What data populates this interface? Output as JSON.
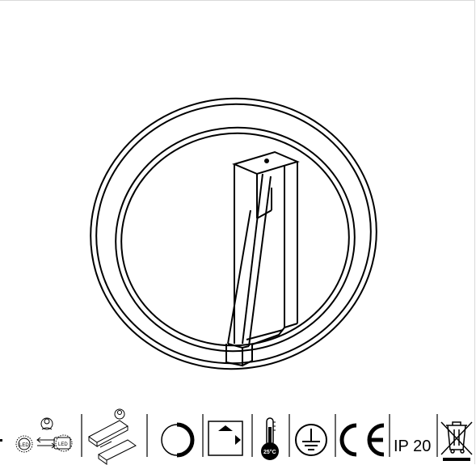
{
  "icons": {
    "led_label_left": "LED",
    "led_label_right": "LED",
    "temperature_label": "25°C",
    "ip_rating": "IP 20"
  }
}
